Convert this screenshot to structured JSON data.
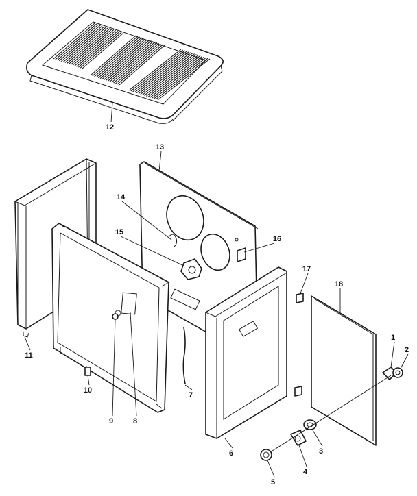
{
  "diagram": {
    "parts": [
      {
        "id": "1",
        "name": "knob"
      },
      {
        "id": "2",
        "name": "knob-cap"
      },
      {
        "id": "3",
        "name": "thermostat-knob"
      },
      {
        "id": "4",
        "name": "thermostat-bracket"
      },
      {
        "id": "5",
        "name": "knob"
      },
      {
        "id": "6",
        "name": "front-frame"
      },
      {
        "id": "7",
        "name": "wire"
      },
      {
        "id": "8",
        "name": "plate"
      },
      {
        "id": "9",
        "name": "light"
      },
      {
        "id": "10",
        "name": "foot"
      },
      {
        "id": "11",
        "name": "side-panel"
      },
      {
        "id": "12",
        "name": "top-grille"
      },
      {
        "id": "13",
        "name": "back-panel"
      },
      {
        "id": "14",
        "name": "spring"
      },
      {
        "id": "15",
        "name": "bracket"
      },
      {
        "id": "16",
        "name": "clip"
      },
      {
        "id": "17",
        "name": "clip"
      },
      {
        "id": "18",
        "name": "front-panel"
      }
    ]
  }
}
